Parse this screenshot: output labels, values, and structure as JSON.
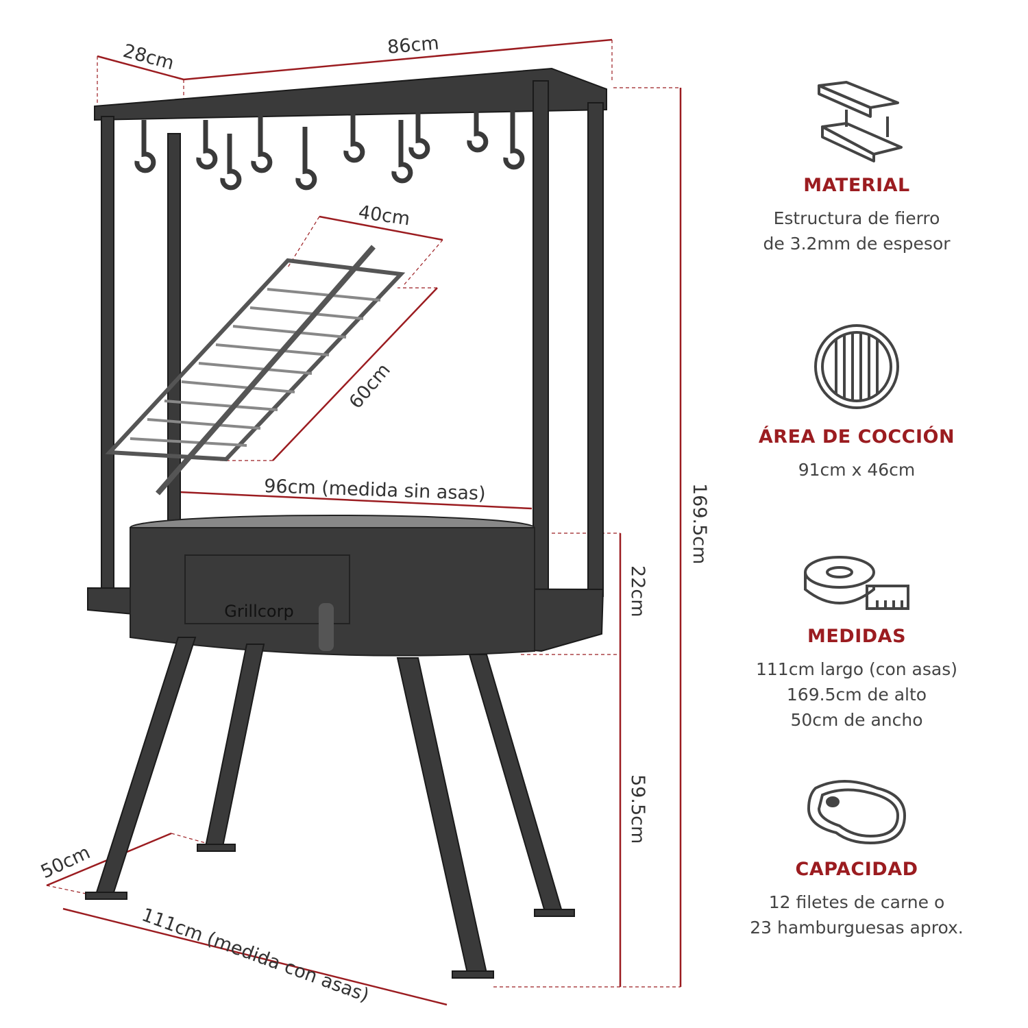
{
  "colors": {
    "accent": "#9b1c20",
    "frame": "#3a3a3a",
    "text": "#444444",
    "grate": "#bdbdbd"
  },
  "brand": "Grillcorp",
  "dimensions": {
    "depth_top": "28cm",
    "width_top": "86cm",
    "grill_width": "40cm",
    "grill_length": "60cm",
    "bowl_width": "96cm (medida sin asas)",
    "total_height": "169.5cm",
    "bowl_height": "22cm",
    "leg_height": "59.5cm",
    "base_depth": "50cm",
    "total_length": "111cm (medida con asas)"
  },
  "features": [
    {
      "icon": "steel-beam-icon",
      "title": "MATERIAL",
      "lines": [
        "Estructura de fierro",
        "de 3.2mm de espesor"
      ]
    },
    {
      "icon": "grill-grate-icon",
      "title": "ÁREA DE COCCIÓN",
      "lines": [
        "91cm x 46cm"
      ]
    },
    {
      "icon": "measuring-tape-icon",
      "title": "MEDIDAS",
      "lines": [
        "111cm largo (con asas)",
        "169.5cm de alto",
        "50cm de ancho"
      ]
    },
    {
      "icon": "steak-icon",
      "title": "CAPACIDAD",
      "lines": [
        "12 filetes de carne o",
        "23 hamburguesas aprox."
      ]
    }
  ]
}
